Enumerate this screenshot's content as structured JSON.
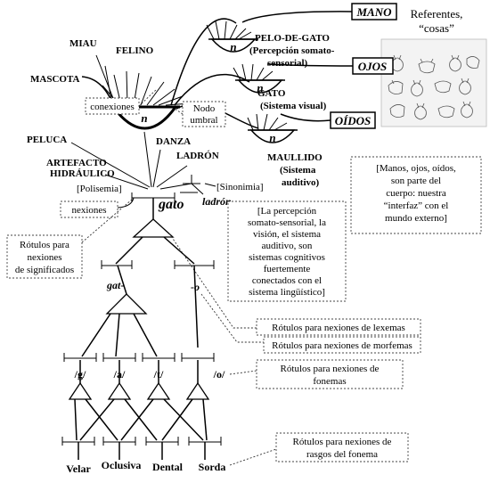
{
  "referents_title": [
    "Referentes,",
    "“cosas”"
  ],
  "concept_nodes": {
    "main": "n",
    "pelo_de_gato": "n",
    "gato": "n",
    "maullido": "n"
  },
  "concept_labels": {
    "miau": "MIAU",
    "felino": "FELINO",
    "mascota": "MASCOTA",
    "peluca": "PELUCA",
    "artefacto": [
      "ARTEFACTO",
      "HIDRÁULICO"
    ],
    "danza": "DANZA",
    "ladron": "LADRÓN",
    "pelo_de_gato": [
      "PELO-DE-GATO",
      "(Percepción somato-",
      "sensorial)"
    ],
    "gato": [
      "GATO",
      "(Sistema visual)"
    ],
    "maullido": [
      "MAULLIDO",
      "(Sistema",
      "auditivo)"
    ]
  },
  "referents": {
    "mano": "MANO",
    "ojos": "OJOS",
    "oidos": "OÍDOS"
  },
  "notes": {
    "conexiones": "conexiones",
    "nodo_umbral": [
      "Nodo",
      "umbral"
    ],
    "nexiones": "nexiones",
    "polisemia": "[Polisemia]",
    "sinonimia": "[Sinonimia]",
    "rotulos_significados": [
      "Rótulos para",
      "nexiones",
      "de significados"
    ],
    "percepcion": [
      "[La percepción",
      "somato-sensorial, la",
      "visión, el sistema",
      "auditivo, son",
      "sistemas cognitivos",
      "fuertemente",
      "conectados con el",
      "sistema lingüístico]"
    ],
    "manos": [
      "[Manos, ojos, oídos,",
      "son parte del",
      "cuerpo: nuestra",
      "“interfaz” con el",
      "mundo externo]"
    ],
    "lexemas": "Rótulos para nexiones de lexemas",
    "morfemas": "Rótulos para nexiones de morfemas",
    "fonemas": [
      "Rótulos para nexiones de",
      "fonemas"
    ],
    "rasgos": [
      "Rótulos para nexiones de",
      "rasgos del fonema"
    ]
  },
  "lexemes": {
    "gato": "gato",
    "ladron": "ladrón"
  },
  "morphemes": {
    "gat": "gat-",
    "o": "-o"
  },
  "phonemes": [
    "/g/",
    "/a/",
    "/t/",
    "/o/"
  ],
  "features": [
    "Velar",
    "Oclusiva",
    "Dental",
    "Sorda"
  ]
}
